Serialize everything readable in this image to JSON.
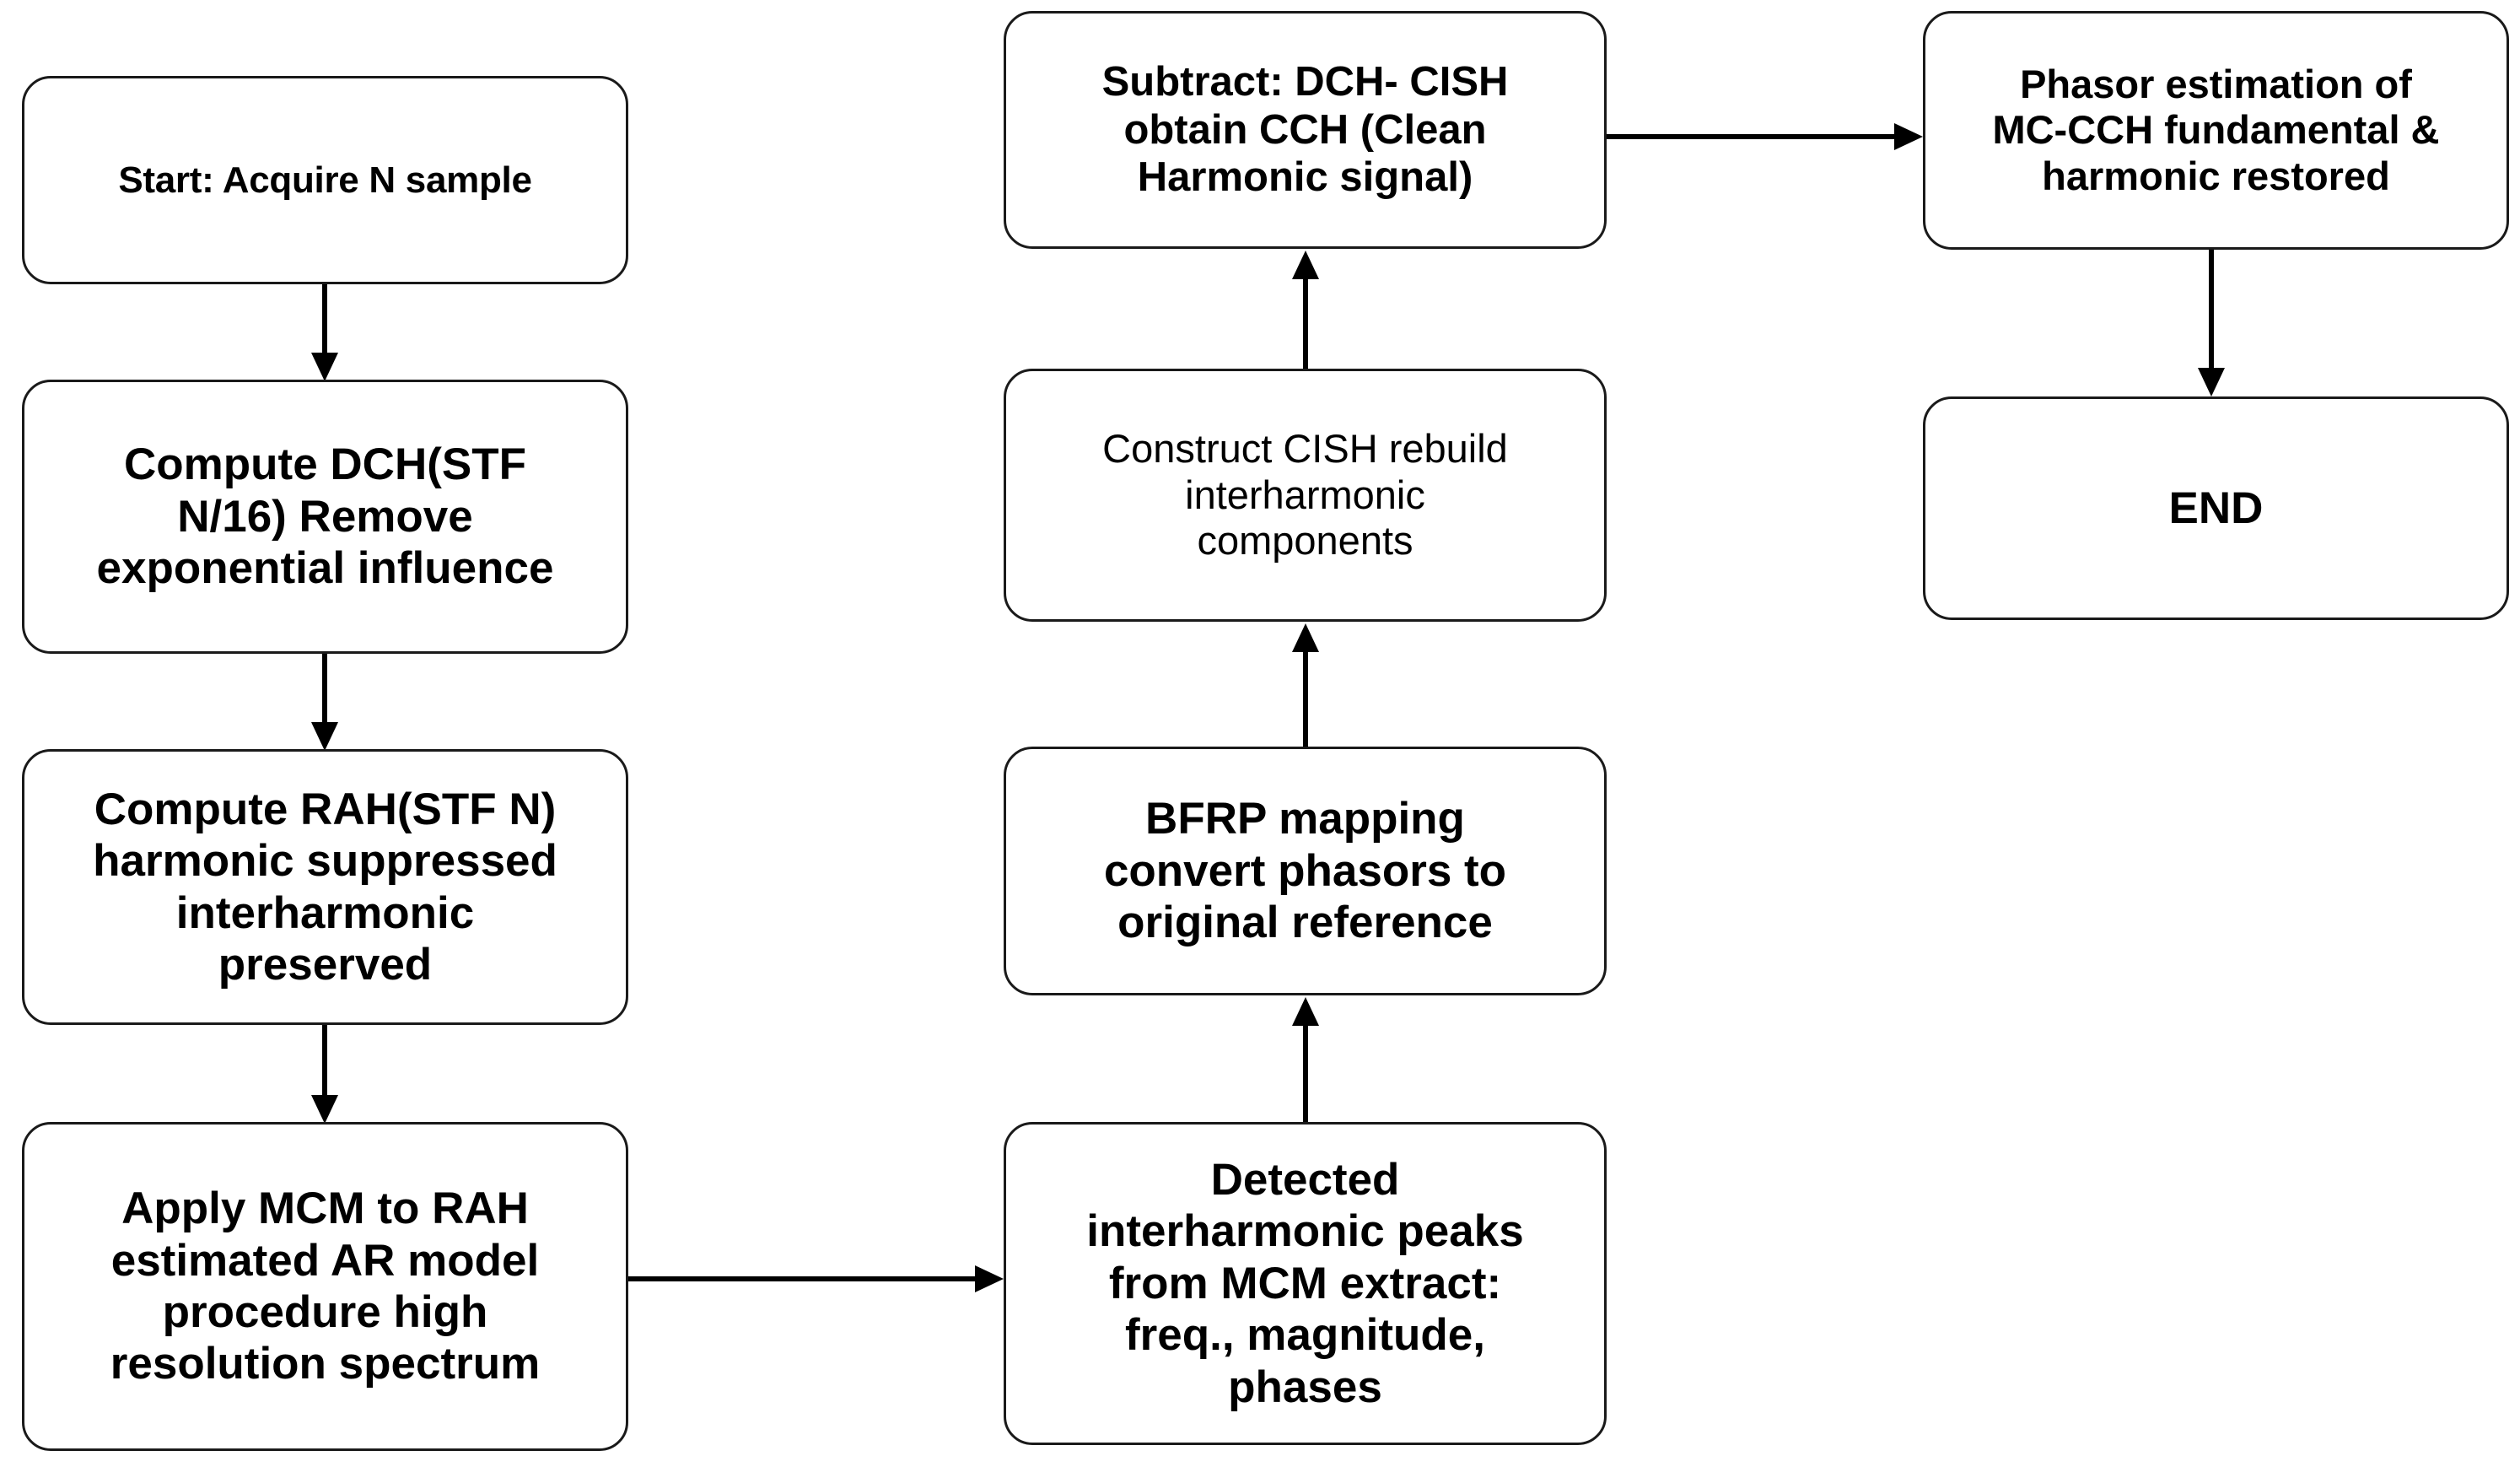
{
  "diagram": {
    "title": "Harmonic and interharmonic phasor estimation flowchart",
    "background_color": "#ffffff",
    "stroke_color": "#000000"
  },
  "nodes": {
    "start": {
      "label": "Start:  Acquire N sample"
    },
    "compute_dch": {
      "label": "Compute DCH(STF\nN/16) Remove\nexponential influence"
    },
    "compute_rah": {
      "label": "Compute RAH(STF N)\nharmonic suppressed\ninterharmonic\npreserved"
    },
    "apply_mcm": {
      "label": "Apply MCM to RAH\nestimated AR model\nprocedure high\nresolution spectrum"
    },
    "detected_peaks": {
      "label": "Detected\ninterharmonic peaks\nfrom MCM extract:\nfreq., magnitude,\nphases"
    },
    "bfrp_mapping": {
      "label": "BFRP mapping\nconvert phasors to\noriginal reference"
    },
    "construct_cish": {
      "label": "Construct CISH rebuild\ninterharmonic\ncomponents"
    },
    "subtract": {
      "label": "Subtract: DCH- CISH\nobtain CCH (Clean\nHarmonic signal)"
    },
    "phasor_estimation": {
      "label": "Phasor estimation  of\nMC-CCH  fundamental &\nharmonic restored"
    },
    "end": {
      "label": "END"
    }
  },
  "edges": [
    {
      "from": "start",
      "to": "compute_dch",
      "direction": "down"
    },
    {
      "from": "compute_dch",
      "to": "compute_rah",
      "direction": "down"
    },
    {
      "from": "compute_rah",
      "to": "apply_mcm",
      "direction": "down"
    },
    {
      "from": "apply_mcm",
      "to": "detected_peaks",
      "direction": "right"
    },
    {
      "from": "detected_peaks",
      "to": "bfrp_mapping",
      "direction": "up"
    },
    {
      "from": "bfrp_mapping",
      "to": "construct_cish",
      "direction": "up"
    },
    {
      "from": "construct_cish",
      "to": "subtract",
      "direction": "up"
    },
    {
      "from": "subtract",
      "to": "phasor_estimation",
      "direction": "right"
    },
    {
      "from": "phasor_estimation",
      "to": "end",
      "direction": "down"
    }
  ]
}
